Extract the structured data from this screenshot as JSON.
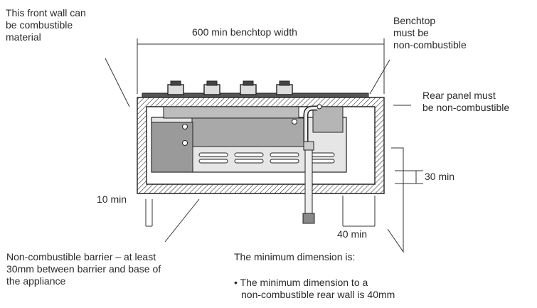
{
  "labels": {
    "front_wall": [
      "This front wall can",
      "be combustible",
      "material"
    ],
    "benchtop_width": "600 min benchtop width",
    "benchtop_material": [
      "Benchtop",
      "must be",
      "non-combustible"
    ],
    "rear_panel": [
      "Rear panel must",
      "be non-combustible"
    ],
    "dim_30": "30 min",
    "dim_10": "10 min",
    "dim_40": "40 min",
    "barrier_note": [
      "Non-combustible barrier – at least",
      "30mm between barrier and base of",
      "the appliance"
    ],
    "min_dim_heading": "The minimum dimension is:",
    "min_dim_bullet": [
      "• The minimum dimension to a",
      "non-combustible rear wall is 40mm"
    ]
  }
}
